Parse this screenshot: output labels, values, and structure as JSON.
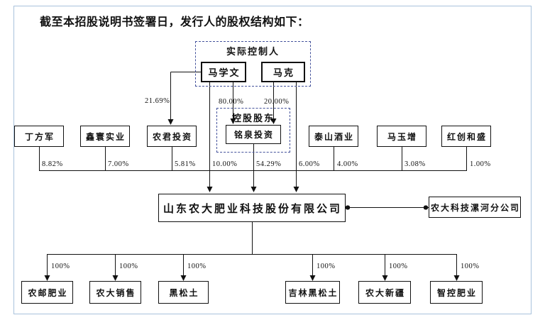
{
  "page": {
    "title": "截至本招股说明书签署日，发行人的股权结构如下："
  },
  "actual_controller_group": {
    "label": "实际控制人",
    "members": [
      {
        "name": "马学文"
      },
      {
        "name": "马克"
      }
    ]
  },
  "holding_group": {
    "label": "控股股东",
    "name": "铭泉投资",
    "stake_in_issuer": "54.29%"
  },
  "controller_stakes": {
    "ma_xuewen_in_nongjun": "21.69%",
    "ma_xuewen_in_mingquan": "80.00%",
    "ma_ke_in_mingquan": "20.00%",
    "ma_xuewen_in_issuer": "10.00%",
    "ma_ke_in_issuer": "6.00%"
  },
  "shareholders": [
    {
      "name": "丁方军",
      "stake": "8.82%"
    },
    {
      "name": "鑫寰实业",
      "stake": "7.00%"
    },
    {
      "name": "农君投资",
      "stake": "5.81%"
    },
    {
      "name": "泰山酒业",
      "stake": "4.00%"
    },
    {
      "name": "马玉增",
      "stake": "3.08%"
    },
    {
      "name": "红创和盛",
      "stake": "1.00%"
    }
  ],
  "issuer": {
    "name": "山东农大肥业科技股份有限公司"
  },
  "branch": {
    "name": "农大科技漯河分公司"
  },
  "subsidiaries": [
    {
      "name": "农邮肥业",
      "stake": "100%"
    },
    {
      "name": "农大销售",
      "stake": "100%"
    },
    {
      "name": "黑松土",
      "stake": "100%"
    },
    {
      "name": "吉林黑松土",
      "stake": "100%"
    },
    {
      "name": "农大新疆",
      "stake": "100%"
    },
    {
      "name": "智控肥业",
      "stake": "100%"
    }
  ],
  "colors": {
    "line": "#111111",
    "dashed_border": "#45539c",
    "page_border": "#a9c2dc"
  }
}
